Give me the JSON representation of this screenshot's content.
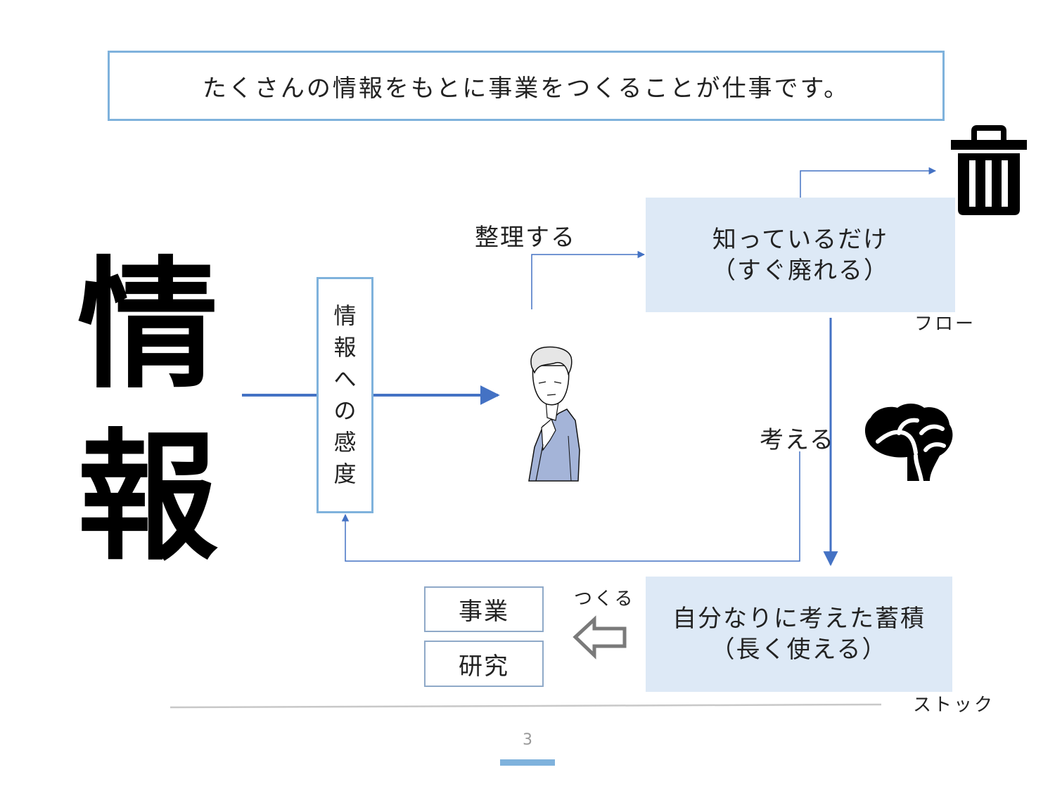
{
  "title": "たくさんの情報をもとに事業をつくることが仕事です。",
  "main_label": [
    "情",
    "報"
  ],
  "sensitivity_box": [
    "情",
    "報",
    "へ",
    "の",
    "感",
    "度"
  ],
  "labels": {
    "organize": "整理する",
    "think": "考える",
    "make": "つくる",
    "flow": "フロー",
    "stock": "ストック"
  },
  "know_box": {
    "line1": "知っているだけ",
    "line2": "（すぐ廃れる）"
  },
  "stock_box": {
    "line1": "自分なりに考えた蓄積",
    "line2": "（長く使える）"
  },
  "outputs": {
    "business": "事業",
    "research": "研究"
  },
  "page_number": "3",
  "icons": [
    "trash-icon",
    "brain-icon",
    "person-illustration",
    "hollow-left-arrow-icon"
  ],
  "colors": {
    "box_border": "#7fb2dc",
    "box_fill": "#dde9f6",
    "arrow": "#4472c4",
    "jacket": "#a4b4d8"
  }
}
